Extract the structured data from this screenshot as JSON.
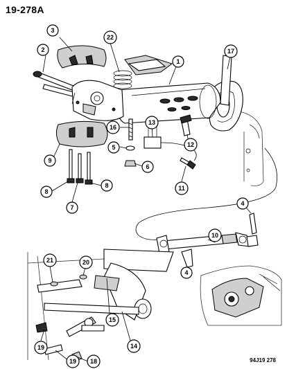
{
  "header": {
    "page_code": "19-278A"
  },
  "footer": {
    "figure_code": "94J19 278"
  },
  "callouts": [
    {
      "id": "c1",
      "label": "1"
    },
    {
      "id": "c2",
      "label": "2"
    },
    {
      "id": "c3",
      "label": "3"
    },
    {
      "id": "c4a",
      "label": "4"
    },
    {
      "id": "c4b",
      "label": "4"
    },
    {
      "id": "c5",
      "label": "5"
    },
    {
      "id": "c6",
      "label": "6"
    },
    {
      "id": "c7",
      "label": "7"
    },
    {
      "id": "c8a",
      "label": "8"
    },
    {
      "id": "c8b",
      "label": "8"
    },
    {
      "id": "c9",
      "label": "9"
    },
    {
      "id": "c10",
      "label": "10"
    },
    {
      "id": "c11",
      "label": "11"
    },
    {
      "id": "c12",
      "label": "12"
    },
    {
      "id": "c13",
      "label": "13"
    },
    {
      "id": "c14",
      "label": "14"
    },
    {
      "id": "c15",
      "label": "15"
    },
    {
      "id": "c16",
      "label": "16"
    },
    {
      "id": "c17",
      "label": "17"
    },
    {
      "id": "c18",
      "label": "18"
    },
    {
      "id": "c19a",
      "label": "19"
    },
    {
      "id": "c19b",
      "label": "19"
    },
    {
      "id": "c20",
      "label": "20"
    },
    {
      "id": "c21",
      "label": "21"
    },
    {
      "id": "c22",
      "label": "22"
    }
  ]
}
